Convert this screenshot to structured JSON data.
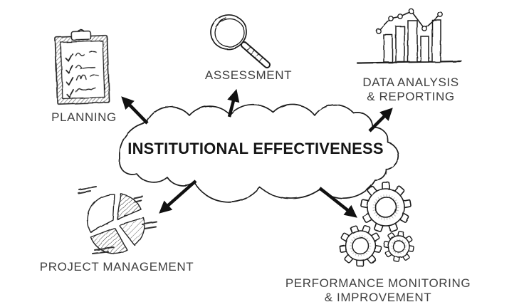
{
  "title": "INSTITUTIONAL EFFECTIVENESS",
  "colors": {
    "background": "#ffffff",
    "ink": "#1a1a1a",
    "label": "#3f3f3f"
  },
  "nodes": {
    "planning": {
      "lines": [
        "PLANNING"
      ],
      "icon": "clipboard-checklist-icon"
    },
    "assessment": {
      "lines": [
        "ASSESSMENT"
      ],
      "icon": "magnifying-glass-icon"
    },
    "data_analysis": {
      "lines": [
        "DATA ANALYSIS",
        "& REPORTING"
      ],
      "icon": "bar-line-chart-icon"
    },
    "project_management": {
      "lines": [
        "PROJECT MANAGEMENT"
      ],
      "icon": "pie-chart-icon"
    },
    "performance": {
      "lines": [
        "PERFORMANCE MONITORING",
        "& IMPROVEMENT"
      ],
      "icon": "gears-icon"
    }
  }
}
